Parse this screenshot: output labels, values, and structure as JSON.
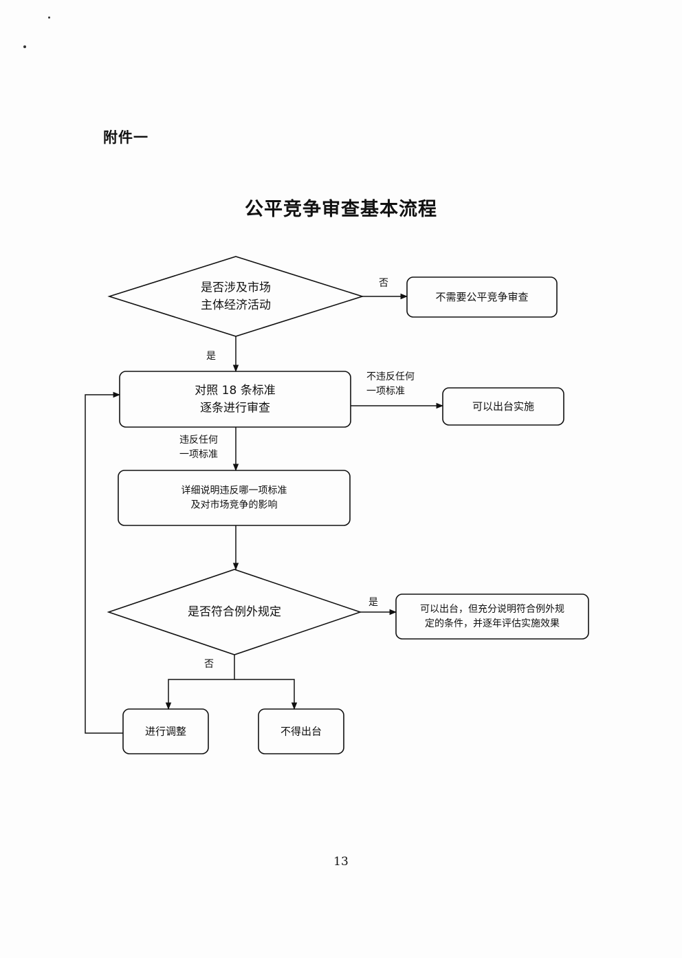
{
  "attachment_label": "附件一",
  "title": "公平竞争审查基本流程",
  "page_number": "13",
  "diagram": {
    "nodes": [
      {
        "id": "d1",
        "kind": "decision",
        "lines": [
          "是否涉及市场",
          "主体经济活动"
        ]
      },
      {
        "id": "n_no_review",
        "kind": "process",
        "lines": [
          "不需要公平竞争审查"
        ]
      },
      {
        "id": "p1",
        "kind": "process",
        "lines": [
          "对照 18 条标准",
          "逐条进行审查"
        ]
      },
      {
        "id": "n_implement",
        "kind": "process",
        "lines": [
          "可以出台实施"
        ]
      },
      {
        "id": "p2",
        "kind": "process",
        "lines": [
          "详细说明违反哪一项标准",
          "及对市场竞争的影响"
        ]
      },
      {
        "id": "d2",
        "kind": "decision",
        "lines": [
          "是否符合例外规定"
        ]
      },
      {
        "id": "n_exception",
        "kind": "process",
        "lines": [
          "可以出台，但充分说明符合例外规",
          "定的条件，并逐年评估实施效果"
        ]
      },
      {
        "id": "n_adjust",
        "kind": "process",
        "lines": [
          "进行调整"
        ]
      },
      {
        "id": "n_reject",
        "kind": "process",
        "lines": [
          "不得出台"
        ]
      }
    ],
    "edges": [
      {
        "from": "d1",
        "to": "n_no_review",
        "label": [
          "否"
        ]
      },
      {
        "from": "d1",
        "to": "p1",
        "label": [
          "是"
        ]
      },
      {
        "from": "p1",
        "to": "n_implement",
        "label": [
          "不违反任何",
          "一项标准"
        ]
      },
      {
        "from": "p1",
        "to": "p2",
        "label": [
          "违反任何",
          "一项标准"
        ]
      },
      {
        "from": "p2",
        "to": "d2",
        "label": []
      },
      {
        "from": "d2",
        "to": "n_exception",
        "label": [
          "是"
        ]
      },
      {
        "from": "d2",
        "to": "n_adjust",
        "label": [
          "否"
        ]
      },
      {
        "from": "d2",
        "to": "n_reject",
        "label": []
      },
      {
        "from": "n_adjust",
        "to": "p1",
        "label": []
      }
    ]
  }
}
